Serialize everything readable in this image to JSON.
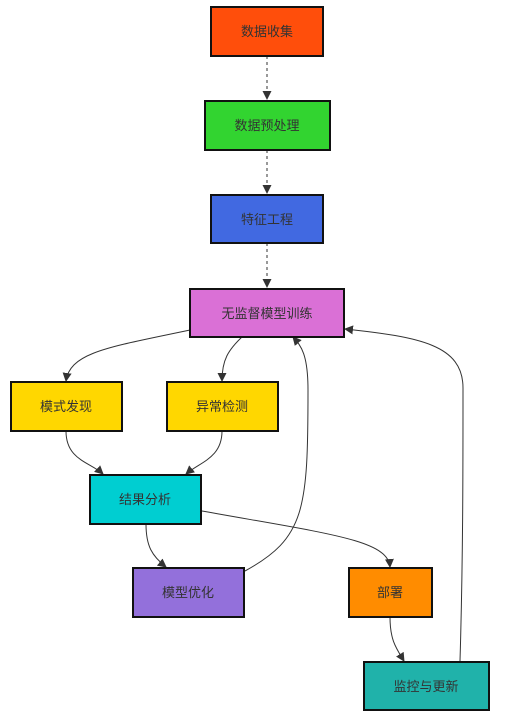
{
  "nodes": [
    {
      "id": "collect",
      "label": "数据收集",
      "color": "#FF4E0B",
      "text_color": "#333333"
    },
    {
      "id": "preprocess",
      "label": "数据预处理",
      "color": "#32D430",
      "text_color": "#333333"
    },
    {
      "id": "feature",
      "label": "特征工程",
      "color": "#4169E1",
      "text_color": "#333333"
    },
    {
      "id": "train",
      "label": "无监督模型训练",
      "color": "#DA70D6",
      "text_color": "#333333"
    },
    {
      "id": "pattern",
      "label": "模式发现",
      "color": "#FFD700",
      "text_color": "#333333"
    },
    {
      "id": "anomaly",
      "label": "异常检测",
      "color": "#FFD700",
      "text_color": "#333333"
    },
    {
      "id": "analysis",
      "label": "结果分析",
      "color": "#00CED1",
      "text_color": "#333333"
    },
    {
      "id": "optimize",
      "label": "模型优化",
      "color": "#9370DB",
      "text_color": "#333333"
    },
    {
      "id": "deploy",
      "label": "部署",
      "color": "#FF8C00",
      "text_color": "#333333"
    },
    {
      "id": "monitor",
      "label": "监控与更新",
      "color": "#20B2AA",
      "text_color": "#333333"
    }
  ],
  "edges": [
    {
      "from": "collect",
      "to": "preprocess",
      "style": "dashed"
    },
    {
      "from": "preprocess",
      "to": "feature",
      "style": "dashed"
    },
    {
      "from": "feature",
      "to": "train",
      "style": "dashed"
    },
    {
      "from": "train",
      "to": "pattern",
      "style": "solid"
    },
    {
      "from": "train",
      "to": "anomaly",
      "style": "solid"
    },
    {
      "from": "pattern",
      "to": "analysis",
      "style": "solid"
    },
    {
      "from": "anomaly",
      "to": "analysis",
      "style": "solid"
    },
    {
      "from": "analysis",
      "to": "optimize",
      "style": "solid"
    },
    {
      "from": "analysis",
      "to": "deploy",
      "style": "solid"
    },
    {
      "from": "optimize",
      "to": "train",
      "style": "solid"
    },
    {
      "from": "deploy",
      "to": "monitor",
      "style": "solid"
    },
    {
      "from": "monitor",
      "to": "train",
      "style": "solid"
    }
  ],
  "colors": {
    "node_border": "#111111",
    "edge": "#333333"
  }
}
